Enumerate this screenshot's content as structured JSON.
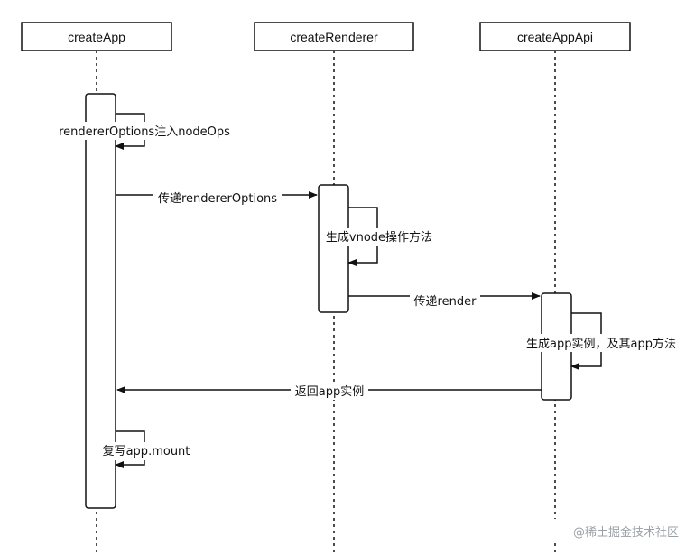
{
  "participants": [
    {
      "id": "createApp",
      "label": "createApp"
    },
    {
      "id": "createRenderer",
      "label": "createRenderer"
    },
    {
      "id": "createAppApi",
      "label": "createAppApi"
    }
  ],
  "messages": {
    "self_inject": "rendererOptions注入nodeOps",
    "pass_options": "传递rendererOptions",
    "self_vnode": "生成vnode操作方法",
    "pass_render": "传递render",
    "self_app": "生成app实例，及其app方法",
    "return_app": "返回app实例",
    "self_mount": "复写app.mount"
  },
  "watermark": "@稀土掘金技术社区"
}
